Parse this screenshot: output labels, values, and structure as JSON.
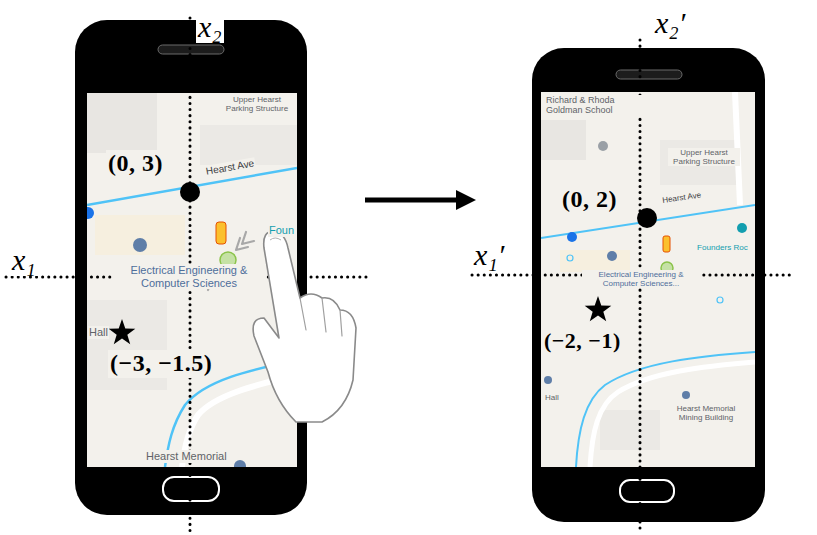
{
  "diagram": {
    "nodes": [
      {
        "text": [
          "(0, 3)",
          "(−3, −1.5)",
          "Upper Hearst Parking Structure",
          "Hearst Ave",
          "Foun",
          "Electrical Engineering & Computer Sciences",
          "Hall",
          "Hearst Memorial"
        ]
      },
      {
        "text": [
          "(0, 2)",
          "(−2, −1)",
          "Richard & Rhoda Goldman School",
          "Upper Hearst Parking Structure",
          "Hearst Ave",
          "Founders Roc",
          "Electrical Engineering & Computer Sciences...",
          "Hall",
          "Hearst Memorial Mining Building"
        ]
      }
    ],
    "edges": [
      {
        "from": 0,
        "to": 1,
        "arrow": "to"
      }
    ],
    "labels": [
      "x₂",
      "x₁",
      "x₂′",
      "x₁′"
    ]
  }
}
